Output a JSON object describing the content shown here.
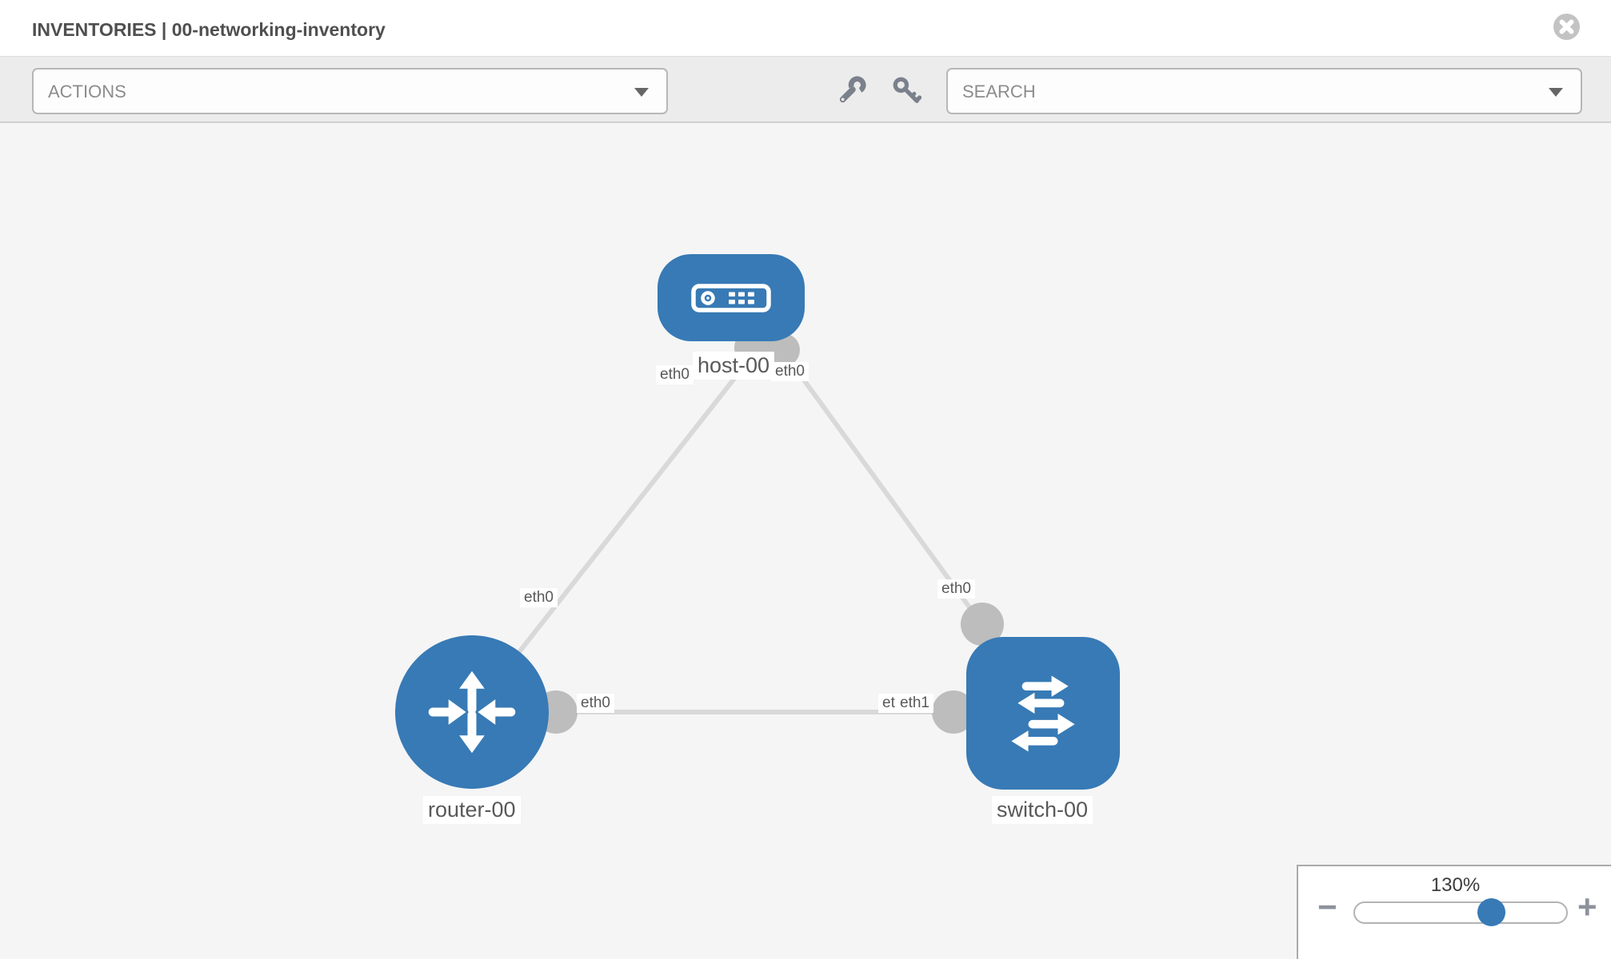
{
  "header": {
    "title": "INVENTORIES | 00-networking-inventory"
  },
  "toolbar": {
    "actions_label": "ACTIONS",
    "search_label": "SEARCH"
  },
  "icons": {
    "close": "x-circle-icon",
    "wrench": "wrench-icon",
    "key": "key-icon",
    "actions_caret": "chevron-down-icon",
    "search_caret": "chevron-down-icon"
  },
  "topology": {
    "nodes": [
      {
        "label": "host-00",
        "type": "host"
      },
      {
        "label": "router-00",
        "type": "router"
      },
      {
        "label": "switch-00",
        "type": "switch"
      }
    ],
    "links": [
      {
        "from": "host-00",
        "to": "router-00",
        "from_interface": "eth0",
        "to_interface": "eth0"
      },
      {
        "from": "host-00",
        "to": "switch-00",
        "from_interface": "eth0",
        "to_interface": "eth0"
      },
      {
        "from": "router-00",
        "to": "switch-00",
        "from_interface": "eth0",
        "to_interface": "eth1",
        "to_interface_overlapped": "eth0"
      }
    ]
  },
  "zoom_control": {
    "level": "130%",
    "minus_label": "−",
    "plus_label": "+"
  },
  "colors": {
    "node_blue": "#377ab5",
    "link_gray": "#d9d9d9",
    "interface_gray": "#bdbdbd",
    "toolbar_bg": "#ececec",
    "canvas_bg": "#f5f5f5"
  }
}
